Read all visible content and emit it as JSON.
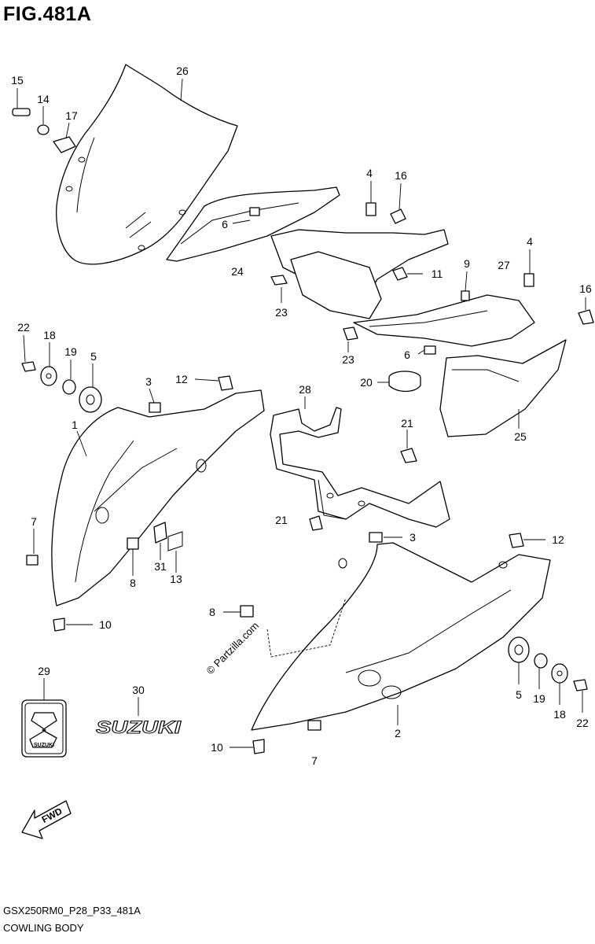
{
  "figure": {
    "title": "FIG.481A",
    "model_code": "GSX250RM0_P28_P33_481A",
    "name": "COWLING BODY",
    "watermark": "© Partzilla.com"
  },
  "callouts": [
    {
      "id": "c-15a",
      "label": "15"
    },
    {
      "id": "c-14a",
      "label": "14"
    },
    {
      "id": "c-17a",
      "label": "17"
    },
    {
      "id": "c-26a",
      "label": "26"
    },
    {
      "id": "c-4a",
      "label": "4"
    },
    {
      "id": "c-16a",
      "label": "16"
    },
    {
      "id": "c-6a",
      "label": "6"
    },
    {
      "id": "c-24a",
      "label": "24"
    },
    {
      "id": "c-11a",
      "label": "11"
    },
    {
      "id": "c-9a",
      "label": "9"
    },
    {
      "id": "c-27a",
      "label": "27"
    },
    {
      "id": "c-4b",
      "label": "4"
    },
    {
      "id": "c-16b",
      "label": "16"
    },
    {
      "id": "c-23a",
      "label": "23"
    },
    {
      "id": "c-23b",
      "label": "23"
    },
    {
      "id": "c-6b",
      "label": "6"
    },
    {
      "id": "c-22a",
      "label": "22"
    },
    {
      "id": "c-18a",
      "label": "18"
    },
    {
      "id": "c-19a",
      "label": "19"
    },
    {
      "id": "c-5a",
      "label": "5"
    },
    {
      "id": "c-3a",
      "label": "3"
    },
    {
      "id": "c-12a",
      "label": "12"
    },
    {
      "id": "c-28a",
      "label": "28"
    },
    {
      "id": "c-20a",
      "label": "20"
    },
    {
      "id": "c-1a",
      "label": "1"
    },
    {
      "id": "c-21a",
      "label": "21"
    },
    {
      "id": "c-25a",
      "label": "25"
    },
    {
      "id": "c-7a",
      "label": "7"
    },
    {
      "id": "c-21b",
      "label": "21"
    },
    {
      "id": "c-3b",
      "label": "3"
    },
    {
      "id": "c-12b",
      "label": "12"
    },
    {
      "id": "c-31a",
      "label": "31"
    },
    {
      "id": "c-8a",
      "label": "8"
    },
    {
      "id": "c-13a",
      "label": "13"
    },
    {
      "id": "c-8b",
      "label": "8"
    },
    {
      "id": "c-10a",
      "label": "10"
    },
    {
      "id": "c-29a",
      "label": "29"
    },
    {
      "id": "c-30a",
      "label": "30"
    },
    {
      "id": "c-5b",
      "label": "5"
    },
    {
      "id": "c-19b",
      "label": "19"
    },
    {
      "id": "c-18b",
      "label": "18"
    },
    {
      "id": "c-22b",
      "label": "22"
    },
    {
      "id": "c-2a",
      "label": "2"
    },
    {
      "id": "c-10b",
      "label": "10"
    },
    {
      "id": "c-7b",
      "label": "7"
    }
  ],
  "badges": {
    "emblem_text": "SUZUKI",
    "logo_text": "SUZUKI",
    "fwd_text": "FWD"
  }
}
